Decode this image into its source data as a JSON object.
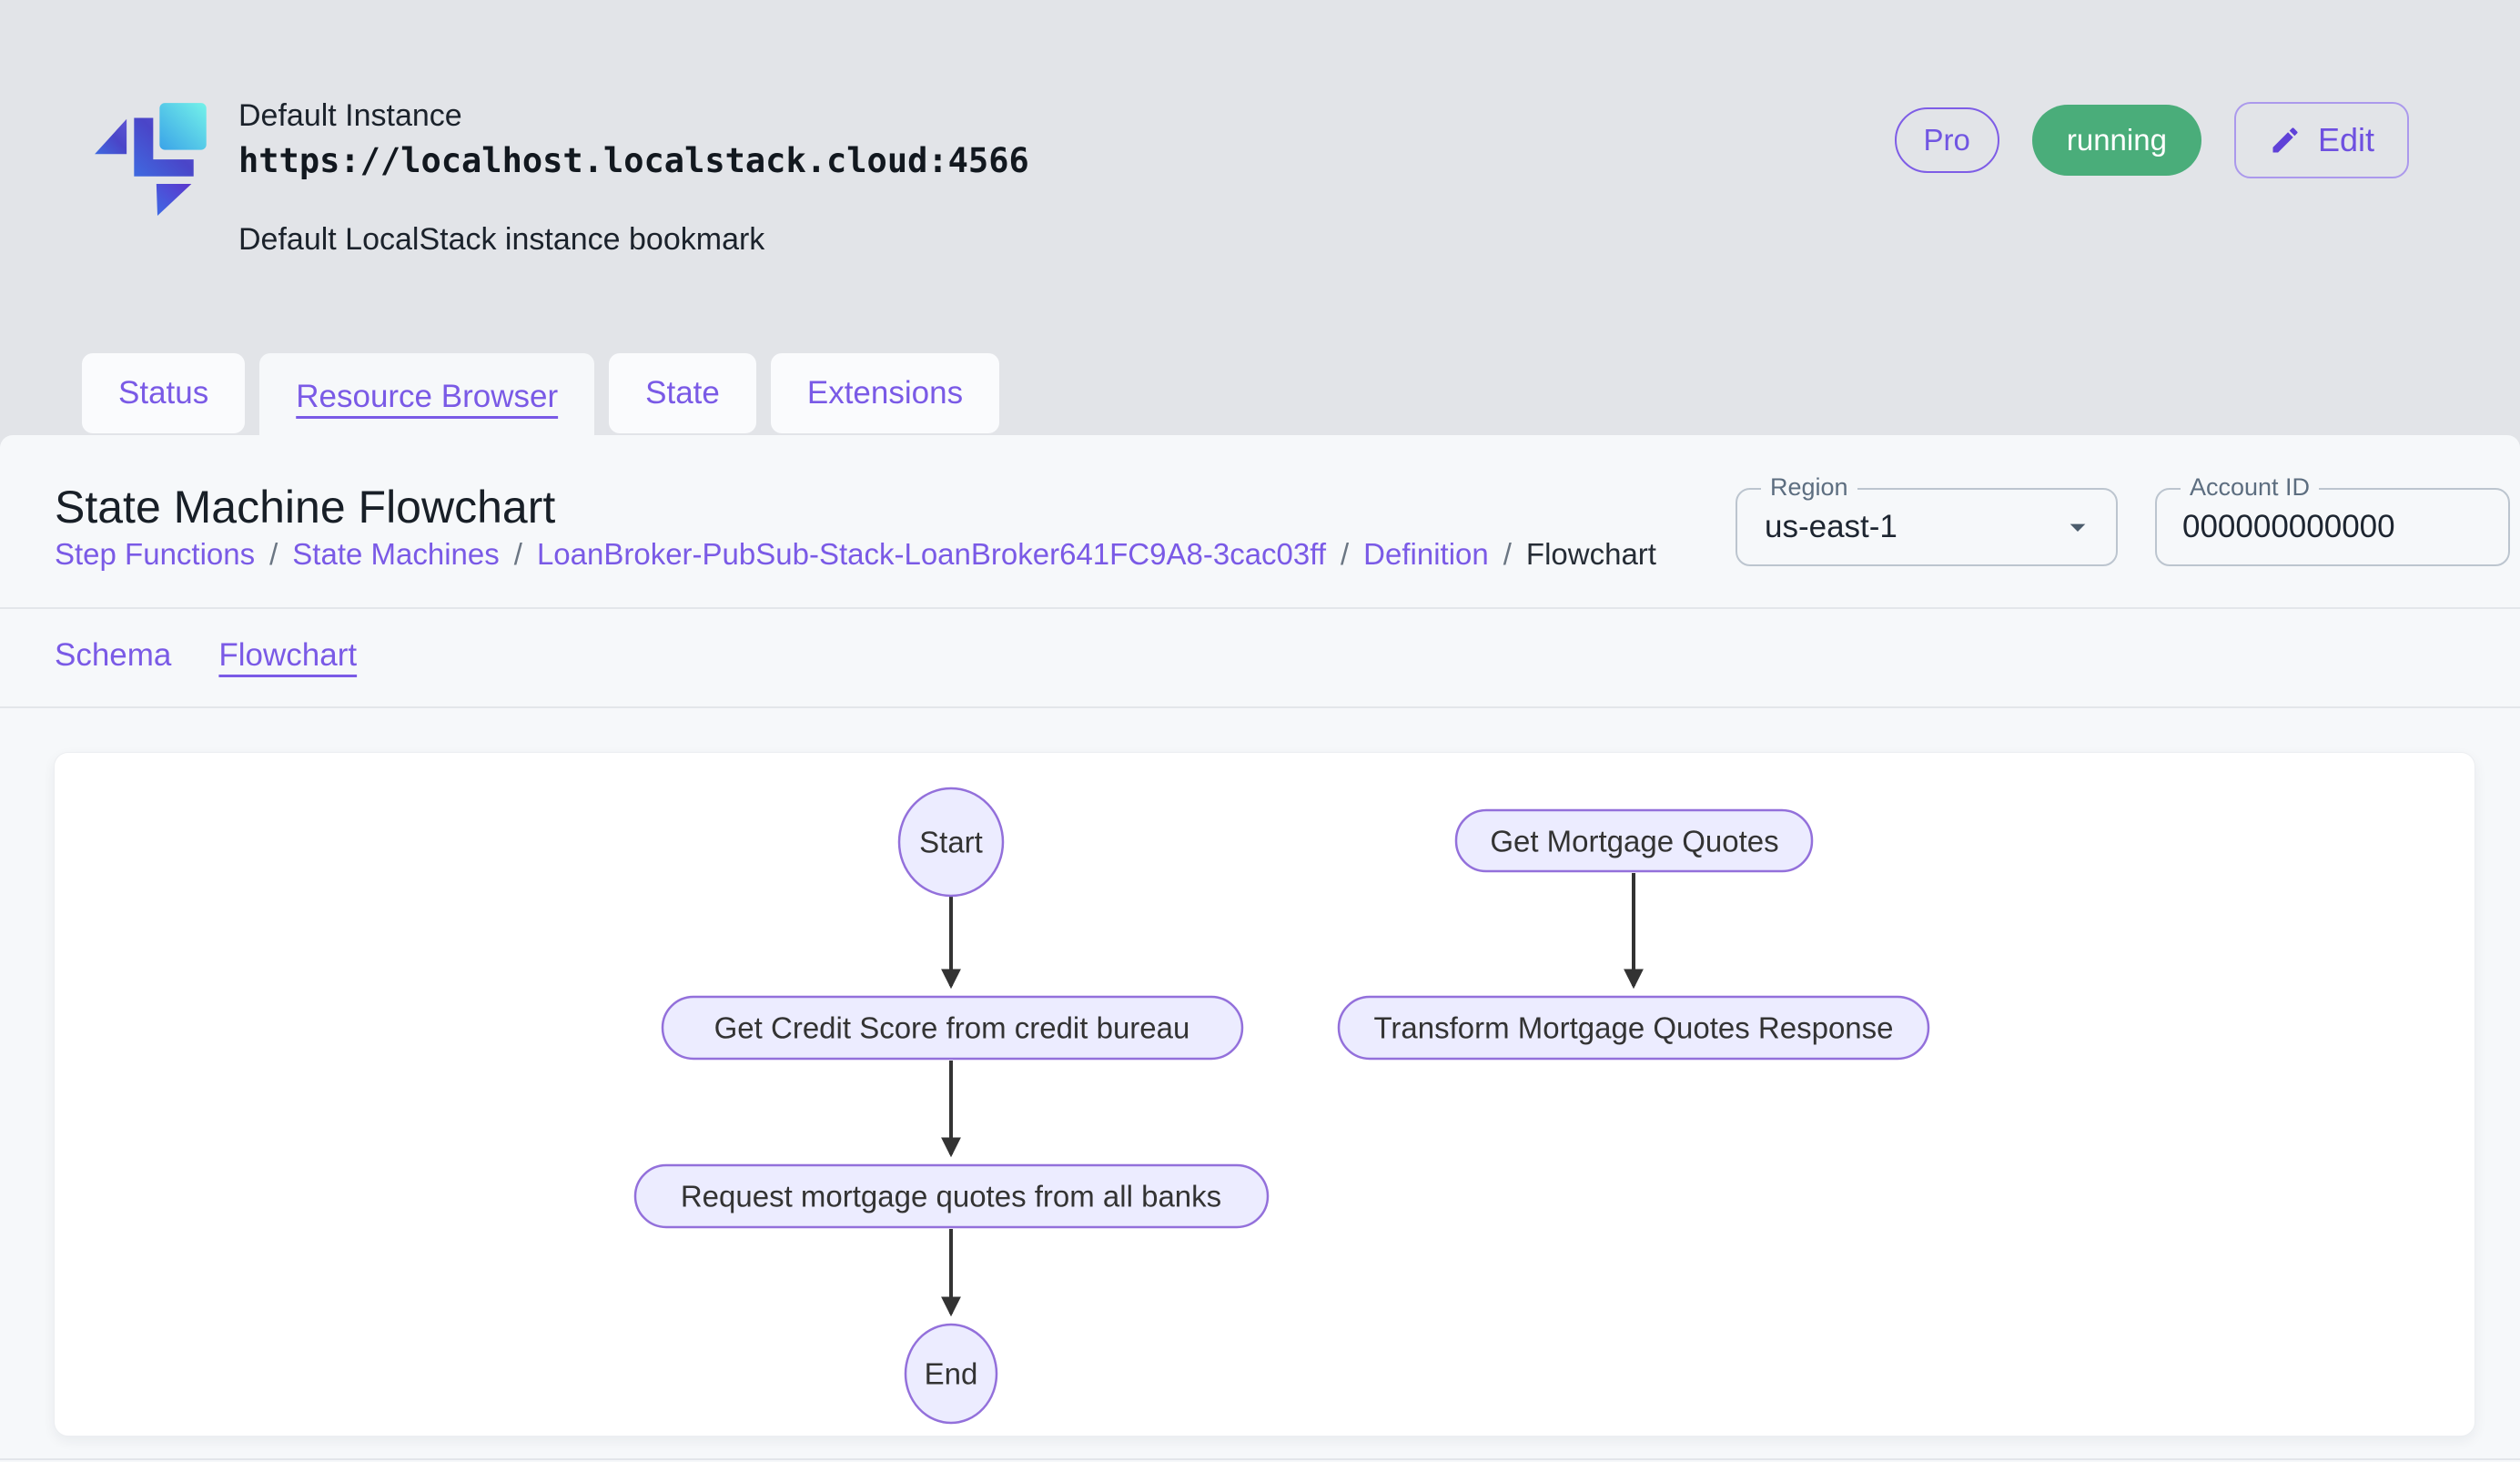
{
  "header": {
    "instance_name": "Default Instance",
    "instance_url": "https://localhost.localstack.cloud:4566",
    "instance_description": "Default LocalStack instance bookmark",
    "pro_badge": "Pro",
    "status_badge": "running",
    "edit_button": "Edit"
  },
  "tabs": [
    {
      "label": "Status",
      "active": false
    },
    {
      "label": "Resource Browser",
      "active": true
    },
    {
      "label": "State",
      "active": false
    },
    {
      "label": "Extensions",
      "active": false
    }
  ],
  "page": {
    "title": "State Machine Flowchart",
    "breadcrumb_separator": "/",
    "breadcrumb": [
      {
        "label": "Step Functions"
      },
      {
        "label": "State Machines"
      },
      {
        "label": "LoanBroker-PubSub-Stack-LoanBroker641FC9A8-3cac03ff"
      },
      {
        "label": "Definition"
      },
      {
        "label": "Flowchart"
      }
    ],
    "region": {
      "label": "Region",
      "value": "us-east-1"
    },
    "account_id": {
      "label": "Account ID",
      "value": "000000000000"
    }
  },
  "subnav": [
    {
      "label": "Schema",
      "active": false
    },
    {
      "label": "Flowchart",
      "active": true
    }
  ],
  "flowchart": {
    "nodes": [
      {
        "id": "start",
        "label": "Start",
        "shape": "ellipse"
      },
      {
        "id": "get-credit-score",
        "label": "Get Credit Score from credit bureau",
        "shape": "stadium"
      },
      {
        "id": "request-quotes",
        "label": "Request mortgage quotes from all banks",
        "shape": "stadium"
      },
      {
        "id": "end",
        "label": "End",
        "shape": "ellipse"
      },
      {
        "id": "get-mortgage-quotes",
        "label": "Get Mortgage Quotes",
        "shape": "stadium"
      },
      {
        "id": "transform-response",
        "label": "Transform Mortgage Quotes Response",
        "shape": "stadium"
      }
    ],
    "edges": [
      {
        "from": "start",
        "to": "get-credit-score"
      },
      {
        "from": "get-credit-score",
        "to": "request-quotes"
      },
      {
        "from": "request-quotes",
        "to": "end"
      },
      {
        "from": "get-mortgage-quotes",
        "to": "transform-response"
      }
    ],
    "colors": {
      "node_fill": "#ECECFF",
      "node_border": "#9370DB",
      "arrow": "#333333"
    }
  },
  "colors": {
    "accent_purple": "#7a5ae6",
    "status_green": "#4aad7a",
    "header_background": "#e2e4e8",
    "panel_background": "#f6f8fa"
  }
}
